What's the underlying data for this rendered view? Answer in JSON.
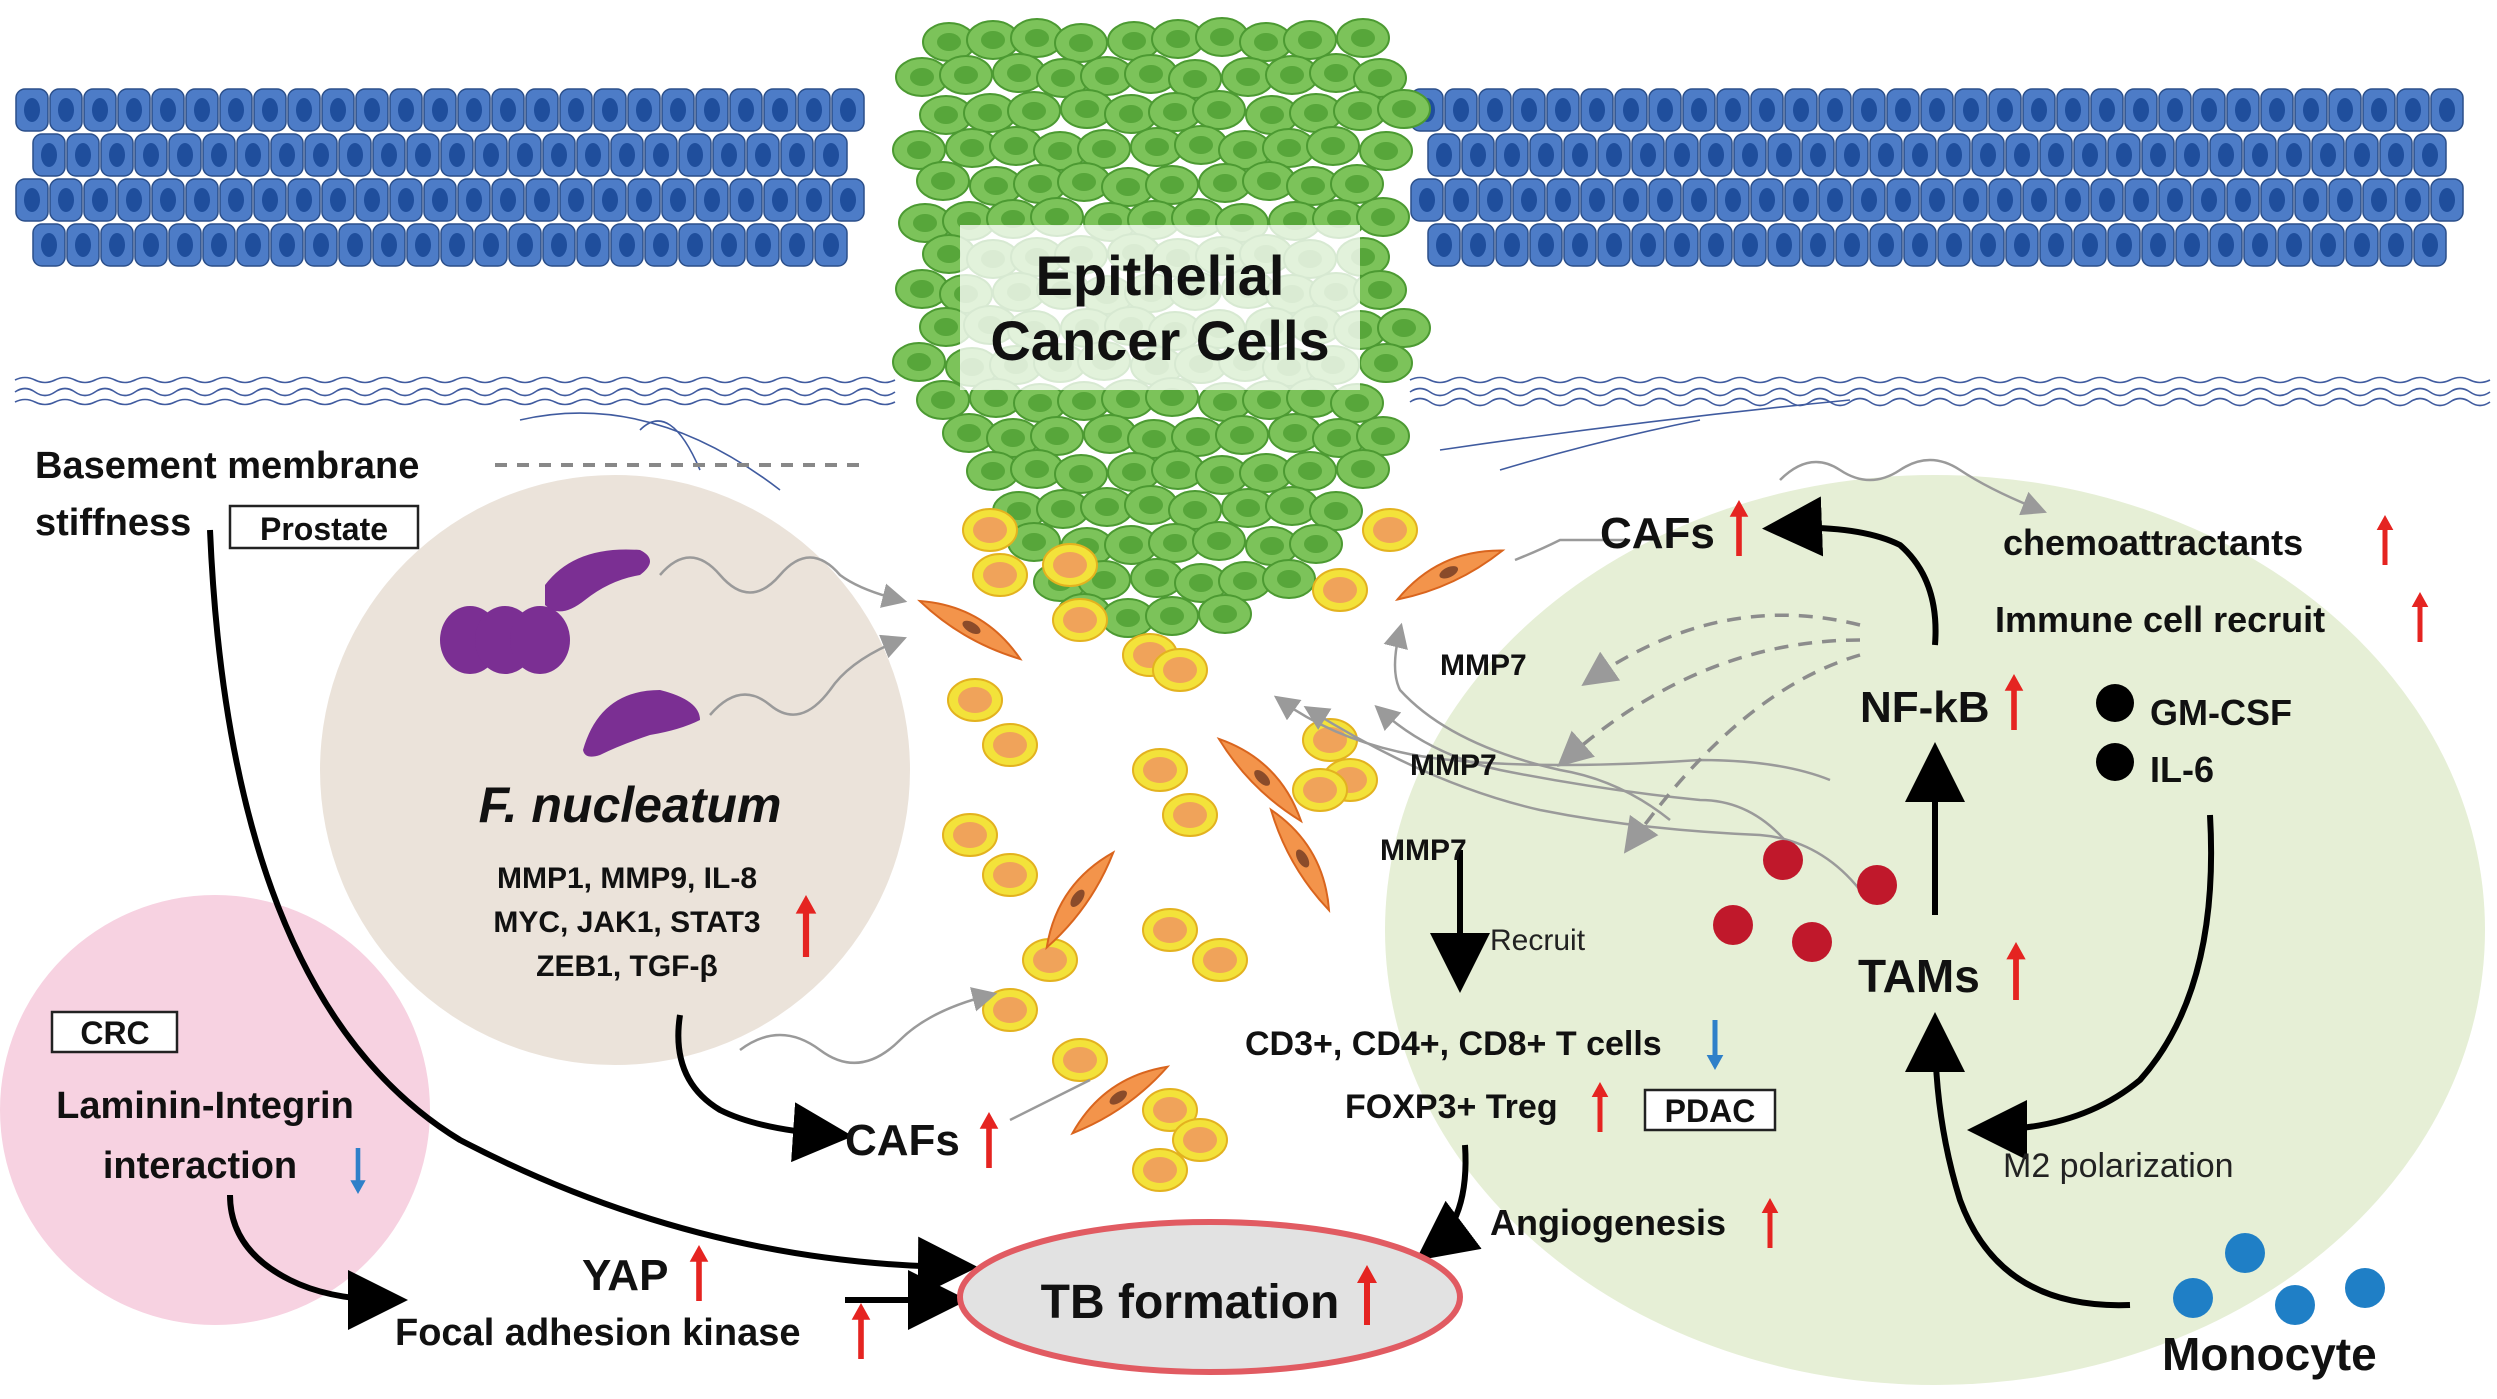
{
  "labels": {
    "epithelial_line1": "Epithelial",
    "epithelial_line2": "Cancer Cells",
    "basement_line1": "Basement membrane",
    "basement_line2": "stiffness",
    "prostate": "Prostate",
    "fn_title": "F. nucleatum",
    "fn_genes_1": "MMP1, MMP9, IL-8",
    "fn_genes_2": "MYC, JAK1, STAT3",
    "fn_genes_3": "ZEB1, TGF-β",
    "crc": "CRC",
    "laminin_line1": "Laminin-Integrin",
    "laminin_line2": "interaction",
    "cafs_bottom": "CAFs",
    "yap": "YAP",
    "fak": "Focal adhesion kinase",
    "tb": "TB formation",
    "mmp7_1": "MMP7",
    "mmp7_2": "MMP7",
    "mmp7_3": "MMP7",
    "recruit": "Recruit",
    "tcells": "CD3+, CD4+, CD8+ T cells",
    "foxp3": "FOXP3+ Treg",
    "pdac": "PDAC",
    "angiogenesis": "Angiogenesis",
    "cafs_top": "CAFs",
    "chemo": "chemoattractants",
    "immune": "Immune cell recruit",
    "nfkb": "NF-kB",
    "gmcsf": "GM-CSF",
    "il6": "IL-6",
    "tams": "TAMs",
    "m2": "M2 polarization",
    "monocyte": "Monocyte"
  },
  "colors": {
    "normal_cell": "#4d7cc7",
    "normal_nucleus": "#1f4e9c",
    "cancer_cell": "#7cc35a",
    "cancer_nucleus": "#57a63a",
    "fn_circle": "#ebe3da",
    "fn_bacteria": "#7b2f93",
    "crc_circle": "#f7d2e1",
    "tme_region": "#e6efd6",
    "tb_fill": "#e2e2e2",
    "tb_stroke": "#e15b62",
    "up_arrow": "#e52421",
    "down_arrow": "#2f80c9",
    "monocyte": "#1f7fc6",
    "tam_dot": "#c0182b",
    "budding_outer": "#f3e23a",
    "budding_inner": "#f0a35a",
    "caf_fill": "#f3944b"
  }
}
